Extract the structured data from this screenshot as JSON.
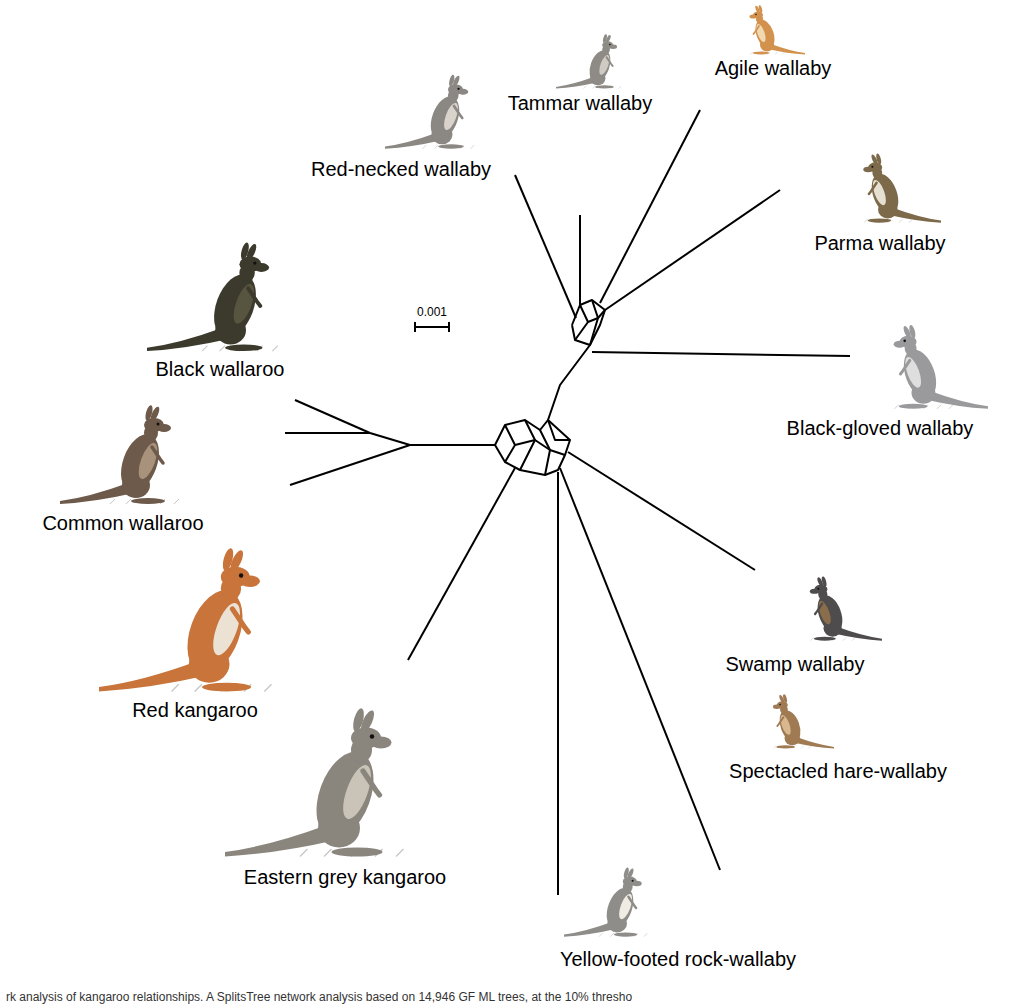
{
  "diagram": {
    "caption": "rk analysis of kangaroo relationships. A SplitsTree network analysis based on 14,946 GF ML trees, at the 10% thresho",
    "labels": [
      "Red-necked wallaby",
      "Tammar wallaby",
      "Agile wallaby",
      "Parma wallaby",
      "Black-gloved wallaby",
      "Swamp wallaby",
      "Spectacled hare-wallaby",
      "Yellow-footed rock-wallaby",
      "Eastern grey kangaroo",
      "Red kangaroo",
      "Common wallaroo",
      "Black wallaroo",
      "0.001"
    ]
  }
}
